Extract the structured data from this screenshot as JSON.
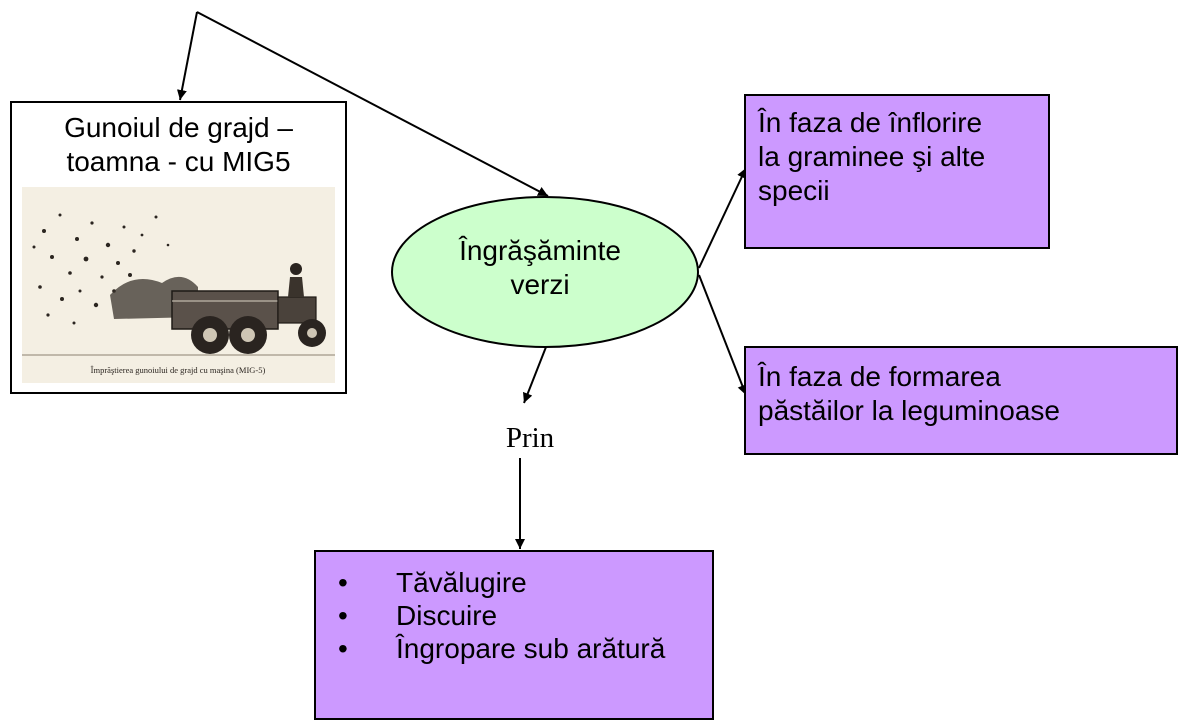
{
  "gunoi": {
    "title": "Gunoiul de grajd –\ntoamna - cu  MIG5",
    "image_caption": "Împrăştierea gunoiului de grajd cu maşina (MIG-5)"
  },
  "center_node": {
    "label": "Îngrăşăminte\nverzi"
  },
  "inflorire": {
    "text": "În faza de înflorire\nla graminee şi alte\nspecii"
  },
  "formare": {
    "text": "În faza de formarea\npăstăilor la leguminoase"
  },
  "prin": {
    "label": "Prin"
  },
  "methods": {
    "bullet": "•",
    "items": [
      "Tăvălugire",
      "Discuire",
      "Îngropare sub arătură"
    ]
  },
  "colors": {
    "ellipse_fill": "#ccffcc",
    "box_fill": "#cc99ff",
    "stroke": "#000000"
  }
}
